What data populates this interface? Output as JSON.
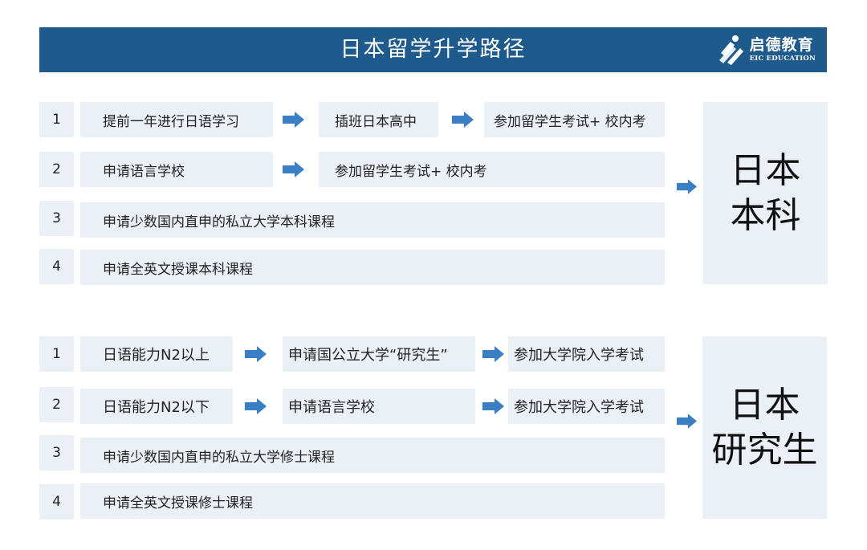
{
  "header": {
    "title": "日本留学升学路径",
    "logo_cn": "启德教育",
    "logo_en": "EIC EDUCATION",
    "background_color": "#1f5a8c"
  },
  "colors": {
    "box_fill": "#ebeff6",
    "arrow": "#3a7fc4",
    "text": "#222222"
  },
  "undergrad": {
    "destination_line1": "日本",
    "destination_line2": "本科",
    "rows": [
      {
        "num": "1",
        "steps": [
          "提前一年进行日语学习",
          "插班日本高中",
          "参加留学生考试+ 校内考"
        ]
      },
      {
        "num": "2",
        "steps": [
          "申请语言学校",
          "参加留学生考试+ 校内考"
        ]
      },
      {
        "num": "3",
        "steps": [
          "申请少数国内直申的私立大学本科课程"
        ]
      },
      {
        "num": "4",
        "steps": [
          "申请全英文授课本科课程"
        ]
      }
    ]
  },
  "graduate": {
    "destination_line1": "日本",
    "destination_line2": "研究生",
    "rows": [
      {
        "num": "1",
        "steps": [
          "日语能力N2以上",
          "申请国公立大学“研究生”",
          "参加大学院入学考试"
        ]
      },
      {
        "num": "2",
        "steps": [
          "日语能力N2以下",
          "申请语言学校",
          "参加大学院入学考试"
        ]
      },
      {
        "num": "3",
        "steps": [
          "申请少数国内直申的私立大学修士课程"
        ]
      },
      {
        "num": "4",
        "steps": [
          "申请全英文授课修士课程"
        ]
      }
    ]
  }
}
